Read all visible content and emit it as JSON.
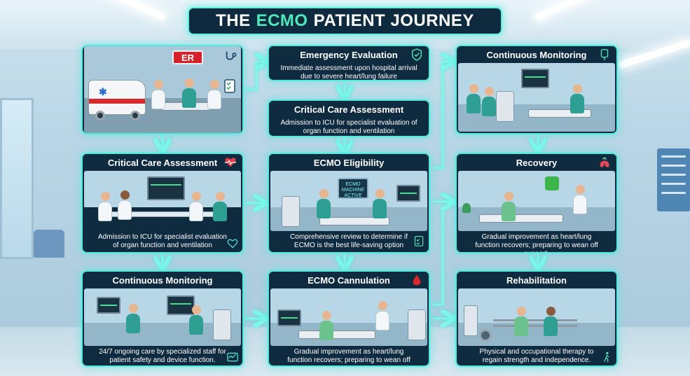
{
  "title": {
    "prefix": "THE",
    "accent": "ECMO",
    "suffix": "PATIENT JOURNEY"
  },
  "colors": {
    "panel": "#0f2b40",
    "glow": "#56e8dc",
    "accent": "#4fe6b8",
    "text": "#ffffff"
  },
  "scene_text": {
    "er_sign": "ER",
    "ecmo_screen": "ECMO MACHINE ACTIVE"
  },
  "cards": {
    "er_arrival": {
      "icon": "stethoscope-icon",
      "icon2": "checklist-icon"
    },
    "critical_care_left": {
      "title": "Critical Care Assessment",
      "desc": "Admission to ICU for specialist evaluation of organ function and ventilation",
      "icon": "heart-pulse-icon"
    },
    "continuous_monitoring_left": {
      "title": "Continuous Monitoring",
      "desc": "24/7 ongoing care by specialized staff for patient safety and device function.",
      "icon": "vital-chart-icon"
    },
    "emergency_evaluation": {
      "title": "Emergency Evaluation",
      "desc": "Immediate assessment upon hospital arrival due to severe heart/lung failure",
      "icon": "shield-check-icon"
    },
    "critical_care_mid": {
      "title": "Critical Care Assessment",
      "desc": "Admission to ICU for specialist evaluation of organ function and ventilation"
    },
    "ecmo_eligibility": {
      "title": "ECMO Eligibility",
      "desc": "Comprehensive review to determine if ECMO is the best life-saving option",
      "icon": "clipboard-check-icon"
    },
    "ecmo_cannulation": {
      "title": "ECMO Cannulation",
      "desc": "Gradual improvement as heart/lung function recovers; preparing to wean off support.",
      "icon": "blood-drop-icon"
    },
    "continuous_monitoring_right": {
      "title": "Continuous Monitoring",
      "icon": "iv-bag-icon"
    },
    "recovery": {
      "title": "Recovery",
      "desc": "Gradual improvement as heart/lung function recovers; preparing to wean off support.",
      "icon": "lungs-icon"
    },
    "rehabilitation": {
      "title": "Rehabilitation",
      "desc": "Physical and occupational therapy to regain strength and independence.",
      "icon": "walking-person-icon"
    }
  }
}
